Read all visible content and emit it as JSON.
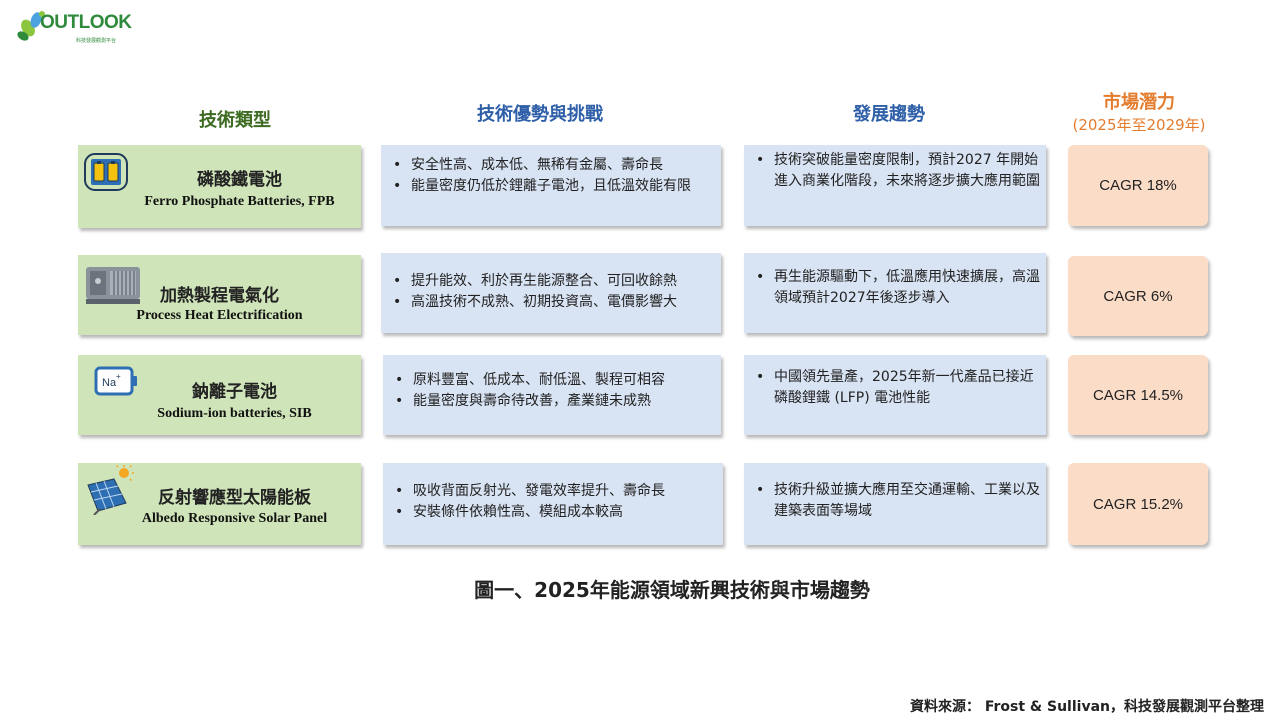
{
  "logo": {
    "text": "OUTLOOK",
    "subtitle": "科技發展觀測平台"
  },
  "headers": {
    "type": "技術類型",
    "advantages": "技術優勢與挑戰",
    "trend": "發展趨勢",
    "market": "市場潛力",
    "market_period": "(2025年至2029年)"
  },
  "rows": [
    {
      "name_zh": "磷酸鐵電池",
      "name_en": "Ferro Phosphate Batteries, FPB",
      "icon": "battery-icon",
      "advantages": [
        "安全性高、成本低、無稀有金屬、壽命長",
        "能量密度仍低於鋰離子電池，且低溫效能有限"
      ],
      "trend": "技術突破能量密度限制，預計2027 年開始進入商業化階段，未來將逐步擴大應用範圍",
      "cagr": "CAGR 18%"
    },
    {
      "name_zh": "加熱製程電氣化",
      "name_en": "Process Heat Electrification",
      "icon": "industrial-heater-icon",
      "advantages": [
        "提升能效、利於再生能源整合、可回收餘熱",
        "高溫技術不成熟、初期投資高、電價影響大"
      ],
      "trend": "再生能源驅動下，低溫應用快速擴展，高溫領域預計2027年後逐步導入",
      "cagr": "CAGR 6%"
    },
    {
      "name_zh": "鈉離子電池",
      "name_en": "Sodium-ion  batteries, SIB",
      "icon": "sodium-battery-icon",
      "icon_label": "Na+",
      "advantages": [
        "原料豐富、低成本、耐低溫、製程可相容",
        "能量密度與壽命待改善，產業鏈未成熟"
      ],
      "trend": "中國領先量產，2025年新一代產品已接近磷酸鋰鐵 (LFP) 電池性能",
      "cagr": "CAGR 14.5%"
    },
    {
      "name_zh": "反射響應型太陽能板",
      "name_en": "Albedo  Responsive Solar Panel",
      "icon": "solar-panel-icon",
      "advantages": [
        "吸收背面反射光、發電效率提升、壽命長",
        "安裝條件依賴性高、模組成本較高"
      ],
      "trend": "技術升級並擴大應用至交通運輸、工業以及建築表面等場域",
      "cagr": "CAGR 15.2%"
    }
  ],
  "caption": "圖一、2025年能源領域新興技術與市場趨勢",
  "source": "資料來源： Frost & Sullivan，科技發展觀測平台整理",
  "colors": {
    "type_card": "#cfe4b8",
    "info_card": "#d8e3f3",
    "market_card": "#fbdcc7",
    "type_header": "#3d6b22",
    "blue_header": "#2e5fa8",
    "orange_header": "#e47c2e"
  }
}
